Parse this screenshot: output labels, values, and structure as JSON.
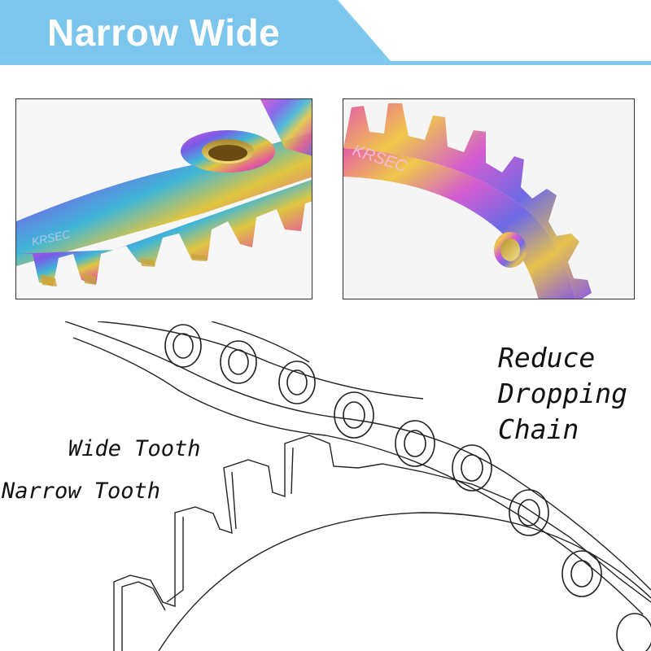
{
  "banner": {
    "title": "Narrow Wide",
    "color": "#7fc8ee"
  },
  "photos": {
    "left_brand_text": "KRSEC",
    "right_brand_text": "KRSEC"
  },
  "diagram": {
    "wide_tooth_label": "Wide Tooth",
    "narrow_tooth_label": "Narrow Tooth",
    "reduce_label": {
      "line1": "Reduce",
      "line2": "Dropping",
      "line3": "Chain"
    }
  }
}
